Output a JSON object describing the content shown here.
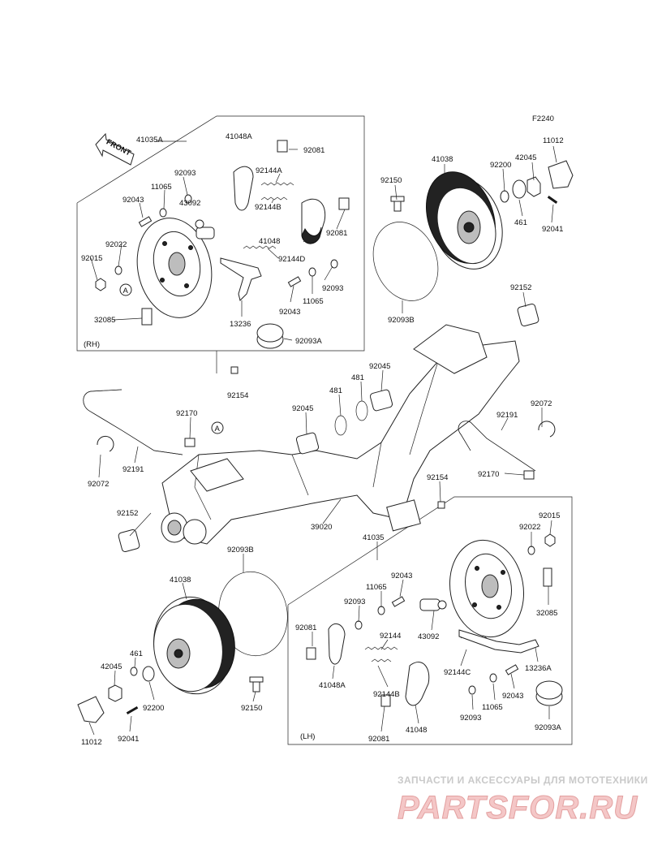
{
  "figure_code": "F2240",
  "front_label": "FRONT",
  "rh_label": "(RH)",
  "lh_label": "(LH)",
  "ref_marker": "A",
  "parts": {
    "p41035A": "41035A",
    "p41048A_top": "41048A",
    "p92081_top1": "92081",
    "p92093_top1": "92093",
    "p11065_top1": "11065",
    "p92144A": "92144A",
    "p92043_top1": "92043",
    "p43092_top": "43092",
    "p92144B_top": "92144B",
    "p92081_top2": "92081",
    "p92022_top": "92022",
    "p41048_top": "41048",
    "p92015_top": "92015",
    "p92144D": "92144D",
    "p92093_top2": "92093",
    "p11065_top2": "11065",
    "p92043_top2": "92043",
    "p32085_top": "32085",
    "p13236": "13236",
    "p92093A_top": "92093A",
    "p92154_top": "92154",
    "p41038_top": "41038",
    "p92150_top": "92150",
    "p92200_top": "92200",
    "p42045_top": "42045",
    "p11012_top": "11012",
    "p461_top": "461",
    "p92041_top": "92041",
    "p92093B_top": "92093B",
    "p92152_top": "92152",
    "p92045_a": "92045",
    "p481_a": "481",
    "p481_b": "481",
    "p92045_b": "92045",
    "p92072_r": "92072",
    "p92191_r": "92191",
    "p92170_r": "92170",
    "p92170_l": "92170",
    "p92191_l": "92191",
    "p92072_l": "92072",
    "p92154_mid": "92154",
    "p92152_l": "92152",
    "p39020": "39020",
    "p41035": "41035",
    "p92015_lh": "92015",
    "p92022_lh": "92022",
    "p92093B_bot": "92093B",
    "p41038_bot": "41038",
    "p92043_lh": "92043",
    "p11065_lh": "11065",
    "p92093_lh": "92093",
    "p92081_lh": "92081",
    "p43092_lh": "43092",
    "p92144": "92144",
    "p32085_lh": "32085",
    "p461_bot": "461",
    "p42045_bot": "42045",
    "p41048A_lh": "41048A",
    "p92144C": "92144C",
    "p13236A": "13236A",
    "p92144B_lh": "92144B",
    "p92043_lh2": "92043",
    "p92200_bot": "92200",
    "p92093_lh2": "92093",
    "p11065_lh2": "11065",
    "p92150_bot": "92150",
    "p92093A_lh": "92093A",
    "p11012_bot": "11012",
    "p92041_bot": "92041",
    "p92081_lh2": "92081",
    "p41048_lh": "41048"
  },
  "watermark": {
    "subtitle": "ЗАПЧАСТИ И АКСЕССУАРЫ ДЛЯ МОТОТЕХНИКИ",
    "logo": "PARTSFOR.RU"
  }
}
